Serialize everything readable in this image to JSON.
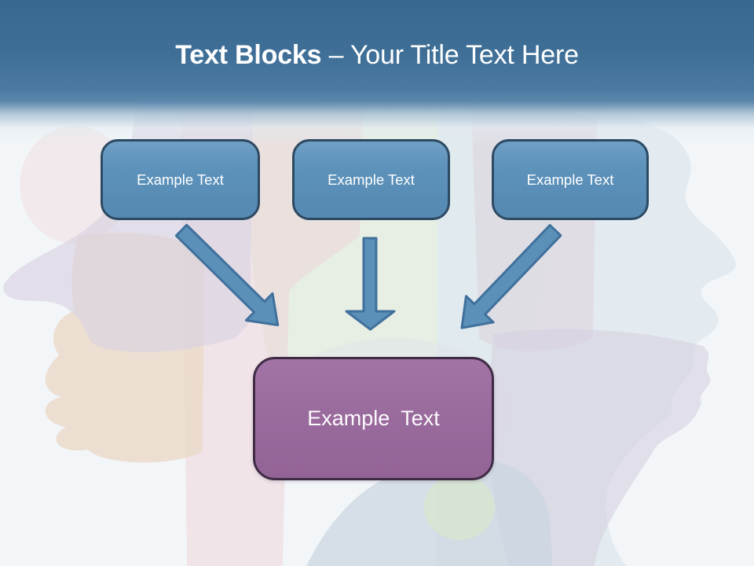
{
  "title": {
    "bold": "Text Blocks",
    "rest": " – Your Title Text Here"
  },
  "blocks": [
    {
      "label": "Example Text"
    },
    {
      "label": "Example Text"
    },
    {
      "label": "Example Text"
    }
  ],
  "result_block": {
    "label": "Example Text"
  },
  "colors": {
    "header_top": "#376890",
    "header_bottom": "#5d88ac",
    "block_fill": "#5d92bb",
    "block_border": "#2d4a63",
    "arrow_fill": "#5b90b8",
    "arrow_border": "#40719c",
    "result_fill": "#9a6b9d",
    "result_border": "#3f2c44",
    "page_background": "#f3f6f9"
  }
}
